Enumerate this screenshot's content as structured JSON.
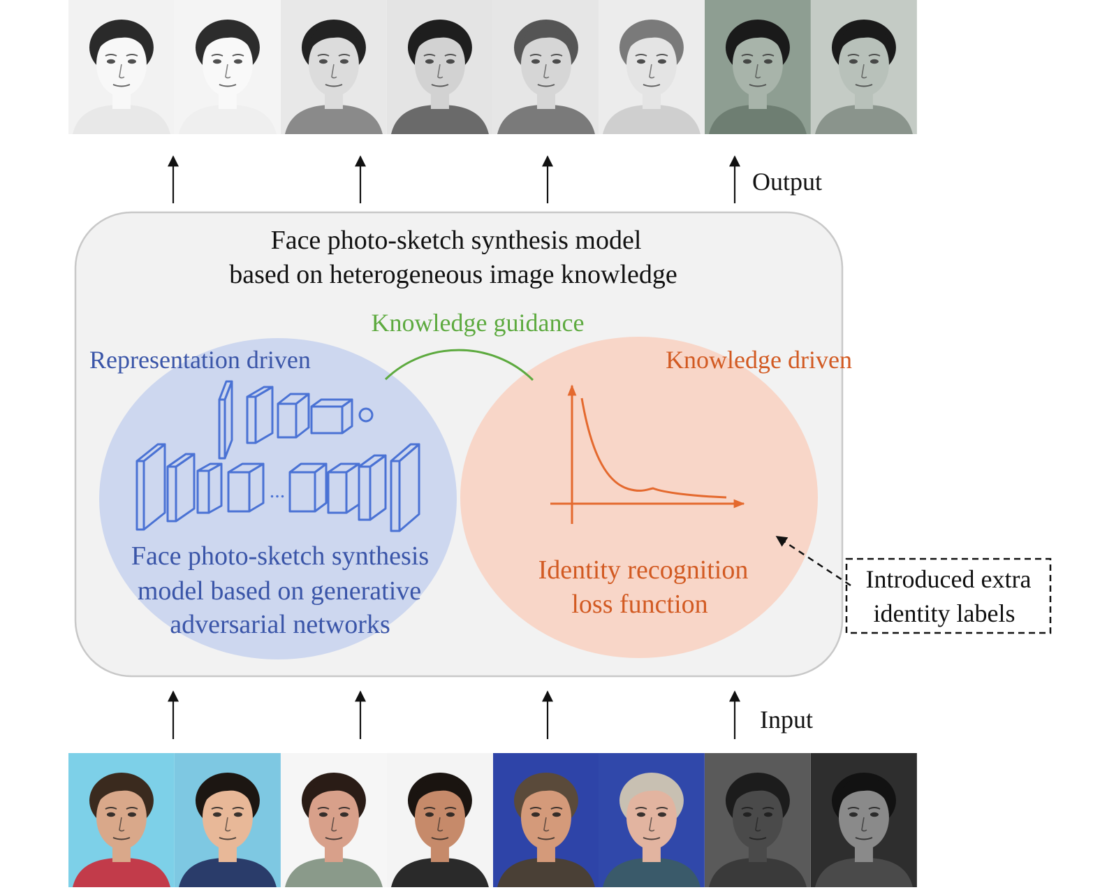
{
  "title_line1": "Face photo-sketch synthesis model",
  "title_line2": "based on heterogeneous image knowledge",
  "knowledge_guidance": "Knowledge guidance",
  "representation_driven": "Representation driven",
  "knowledge_driven": "Knowledge driven",
  "gan_label_line1": "Face photo-sketch synthesis",
  "gan_label_line2": "model based on generative",
  "gan_label_line3": "adversarial networks",
  "identity_loss_line1": "Identity recognition",
  "identity_loss_line2": "loss function",
  "extra_labels_line1": "Introduced extra",
  "extra_labels_line2": "identity labels",
  "output_label": "Output",
  "input_label": "Input",
  "ellipsis": "...",
  "colors": {
    "model_box_fill": "#f2f2f2",
    "model_box_stroke": "#c8c8c8",
    "blue_circle": "#cdd7ef",
    "blue_text": "#3a55a8",
    "network_stroke": "#4a72d4",
    "orange_circle": "#f8d6c8",
    "orange_text": "#d25a22",
    "curve": "#e4692e",
    "green": "#5daa3f"
  },
  "sketches": [
    {
      "name": "sketch-face-1",
      "bg": "#f2f2f2",
      "skin": "#f8f8f8",
      "hair": "#2a2a2a",
      "shirt": "#e8e8e8"
    },
    {
      "name": "sketch-face-2",
      "bg": "#f4f4f4",
      "skin": "#f9f9f9",
      "hair": "#2c2c2c",
      "shirt": "#efefef"
    },
    {
      "name": "sketch-face-3",
      "bg": "#e8e8e8",
      "skin": "#dcdcdc",
      "hair": "#222222",
      "shirt": "#8a8a8a"
    },
    {
      "name": "sketch-face-4",
      "bg": "#e4e4e4",
      "skin": "#d2d2d2",
      "hair": "#1e1e1e",
      "shirt": "#6a6a6a"
    },
    {
      "name": "sketch-face-5",
      "bg": "#e6e6e6",
      "skin": "#d6d6d6",
      "hair": "#555555",
      "shirt": "#7a7a7a"
    },
    {
      "name": "sketch-face-6",
      "bg": "#ececec",
      "skin": "#e4e4e4",
      "hair": "#7a7a7a",
      "shirt": "#cfcfcf"
    },
    {
      "name": "sketch-face-7",
      "bg": "#8e9e92",
      "skin": "#a8b4aa",
      "hair": "#1a1a1a",
      "shirt": "#6e7e72"
    },
    {
      "name": "sketch-face-8",
      "bg": "#c4cbc5",
      "skin": "#b8c1ba",
      "hair": "#1a1a1a",
      "shirt": "#8a948c"
    }
  ],
  "photos": [
    {
      "name": "photo-face-1",
      "bg": "#7dd0e8",
      "skin": "#d9a88a",
      "hair": "#3a2a1e",
      "shirt": "#c23b4a"
    },
    {
      "name": "photo-face-2",
      "bg": "#7ec8e2",
      "skin": "#e8b898",
      "hair": "#1c1612",
      "shirt": "#2a3c6a"
    },
    {
      "name": "photo-face-3",
      "bg": "#f6f6f6",
      "skin": "#d8a08a",
      "hair": "#2a1c16",
      "shirt": "#8a9a8a"
    },
    {
      "name": "photo-face-4",
      "bg": "#f4f4f4",
      "skin": "#c68a6a",
      "hair": "#1a1410",
      "shirt": "#2a2a2a"
    },
    {
      "name": "photo-face-5",
      "bg": "#2e44a8",
      "skin": "#d49a7a",
      "hair": "#5a4a3a",
      "shirt": "#4a4036"
    },
    {
      "name": "photo-face-6",
      "bg": "#3048aa",
      "skin": "#e2b4a0",
      "hair": "#c8c0b2",
      "shirt": "#3a5a6a"
    },
    {
      "name": "photo-face-7",
      "bg": "#5a5a5a",
      "skin": "#4a4a4a",
      "hair": "#1c1c1c",
      "shirt": "#3a3a3a"
    },
    {
      "name": "photo-face-8",
      "bg": "#2e2e2e",
      "skin": "#8a8a8a",
      "hair": "#121212",
      "shirt": "#4a4a4a"
    }
  ]
}
